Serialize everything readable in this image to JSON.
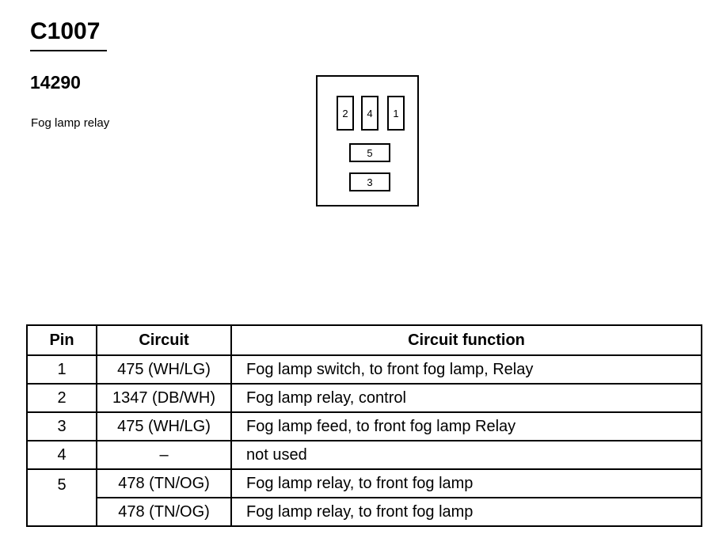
{
  "header": {
    "connector": "C1007",
    "part_number": "14290",
    "description": "Fog lamp relay"
  },
  "connector_face": {
    "pins": [
      "2",
      "4",
      "1",
      "5",
      "3"
    ]
  },
  "table": {
    "headers": [
      "Pin",
      "Circuit",
      "Circuit function"
    ],
    "rows": [
      {
        "pin": "1",
        "circuit": "475 (WH/LG)",
        "function": "Fog lamp switch, to front fog lamp, Relay"
      },
      {
        "pin": "2",
        "circuit": "1347 (DB/WH)",
        "function": "Fog lamp relay, control"
      },
      {
        "pin": "3",
        "circuit": "475 (WH/LG)",
        "function": "Fog lamp feed, to front fog lamp Relay"
      },
      {
        "pin": "4",
        "circuit": "–",
        "function": "not used"
      },
      {
        "pin": "5",
        "circuit": "478 (TN/OG)",
        "function": "Fog lamp relay, to front fog lamp"
      },
      {
        "pin": "",
        "circuit": "478 (TN/OG)",
        "function": "Fog lamp relay, to front fog lamp"
      }
    ]
  }
}
